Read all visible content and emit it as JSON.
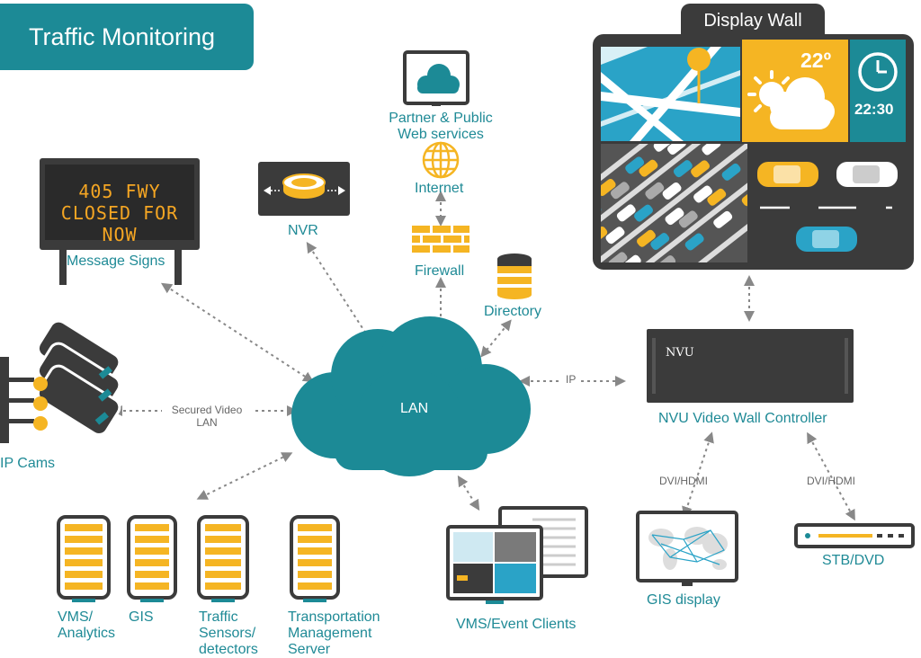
{
  "header": {
    "title": "Traffic Monitoring"
  },
  "display_wall": {
    "title": "Display Wall",
    "temperature": "22º",
    "time": "22:30"
  },
  "message_sign": {
    "line1": "405 FWY",
    "line2": "CLOSED FOR NOW",
    "label": "Message Signs"
  },
  "nodes": {
    "nvr": "NVR",
    "partner": "Partner & Public\nWeb services",
    "internet": "Internet",
    "firewall": "Firewall",
    "directory": "Directory",
    "lan": "LAN",
    "ip_cams": "IP Cams",
    "controller": "NVU Video Wall Controller",
    "controller_logo": "NVU",
    "vms_clients": "VMS/Event Clients",
    "gis_display": "GIS display",
    "stb": "STB/DVD"
  },
  "link_labels": {
    "secured_video": "Secured Video\nLAN",
    "ip": "IP",
    "dvi1": "DVI/HDMI",
    "dvi2": "DVI/HDMI"
  },
  "servers": [
    {
      "label": "VMS/\nAnalytics"
    },
    {
      "label": "GIS"
    },
    {
      "label": "Traffic\nSensors/\ndetectors"
    },
    {
      "label": "Transportation\nManagement\nServer"
    }
  ],
  "colors": {
    "teal": "#1c8a96",
    "orange": "#f5b523",
    "dark": "#3b3b3b",
    "sky": "#2aa3c7"
  }
}
